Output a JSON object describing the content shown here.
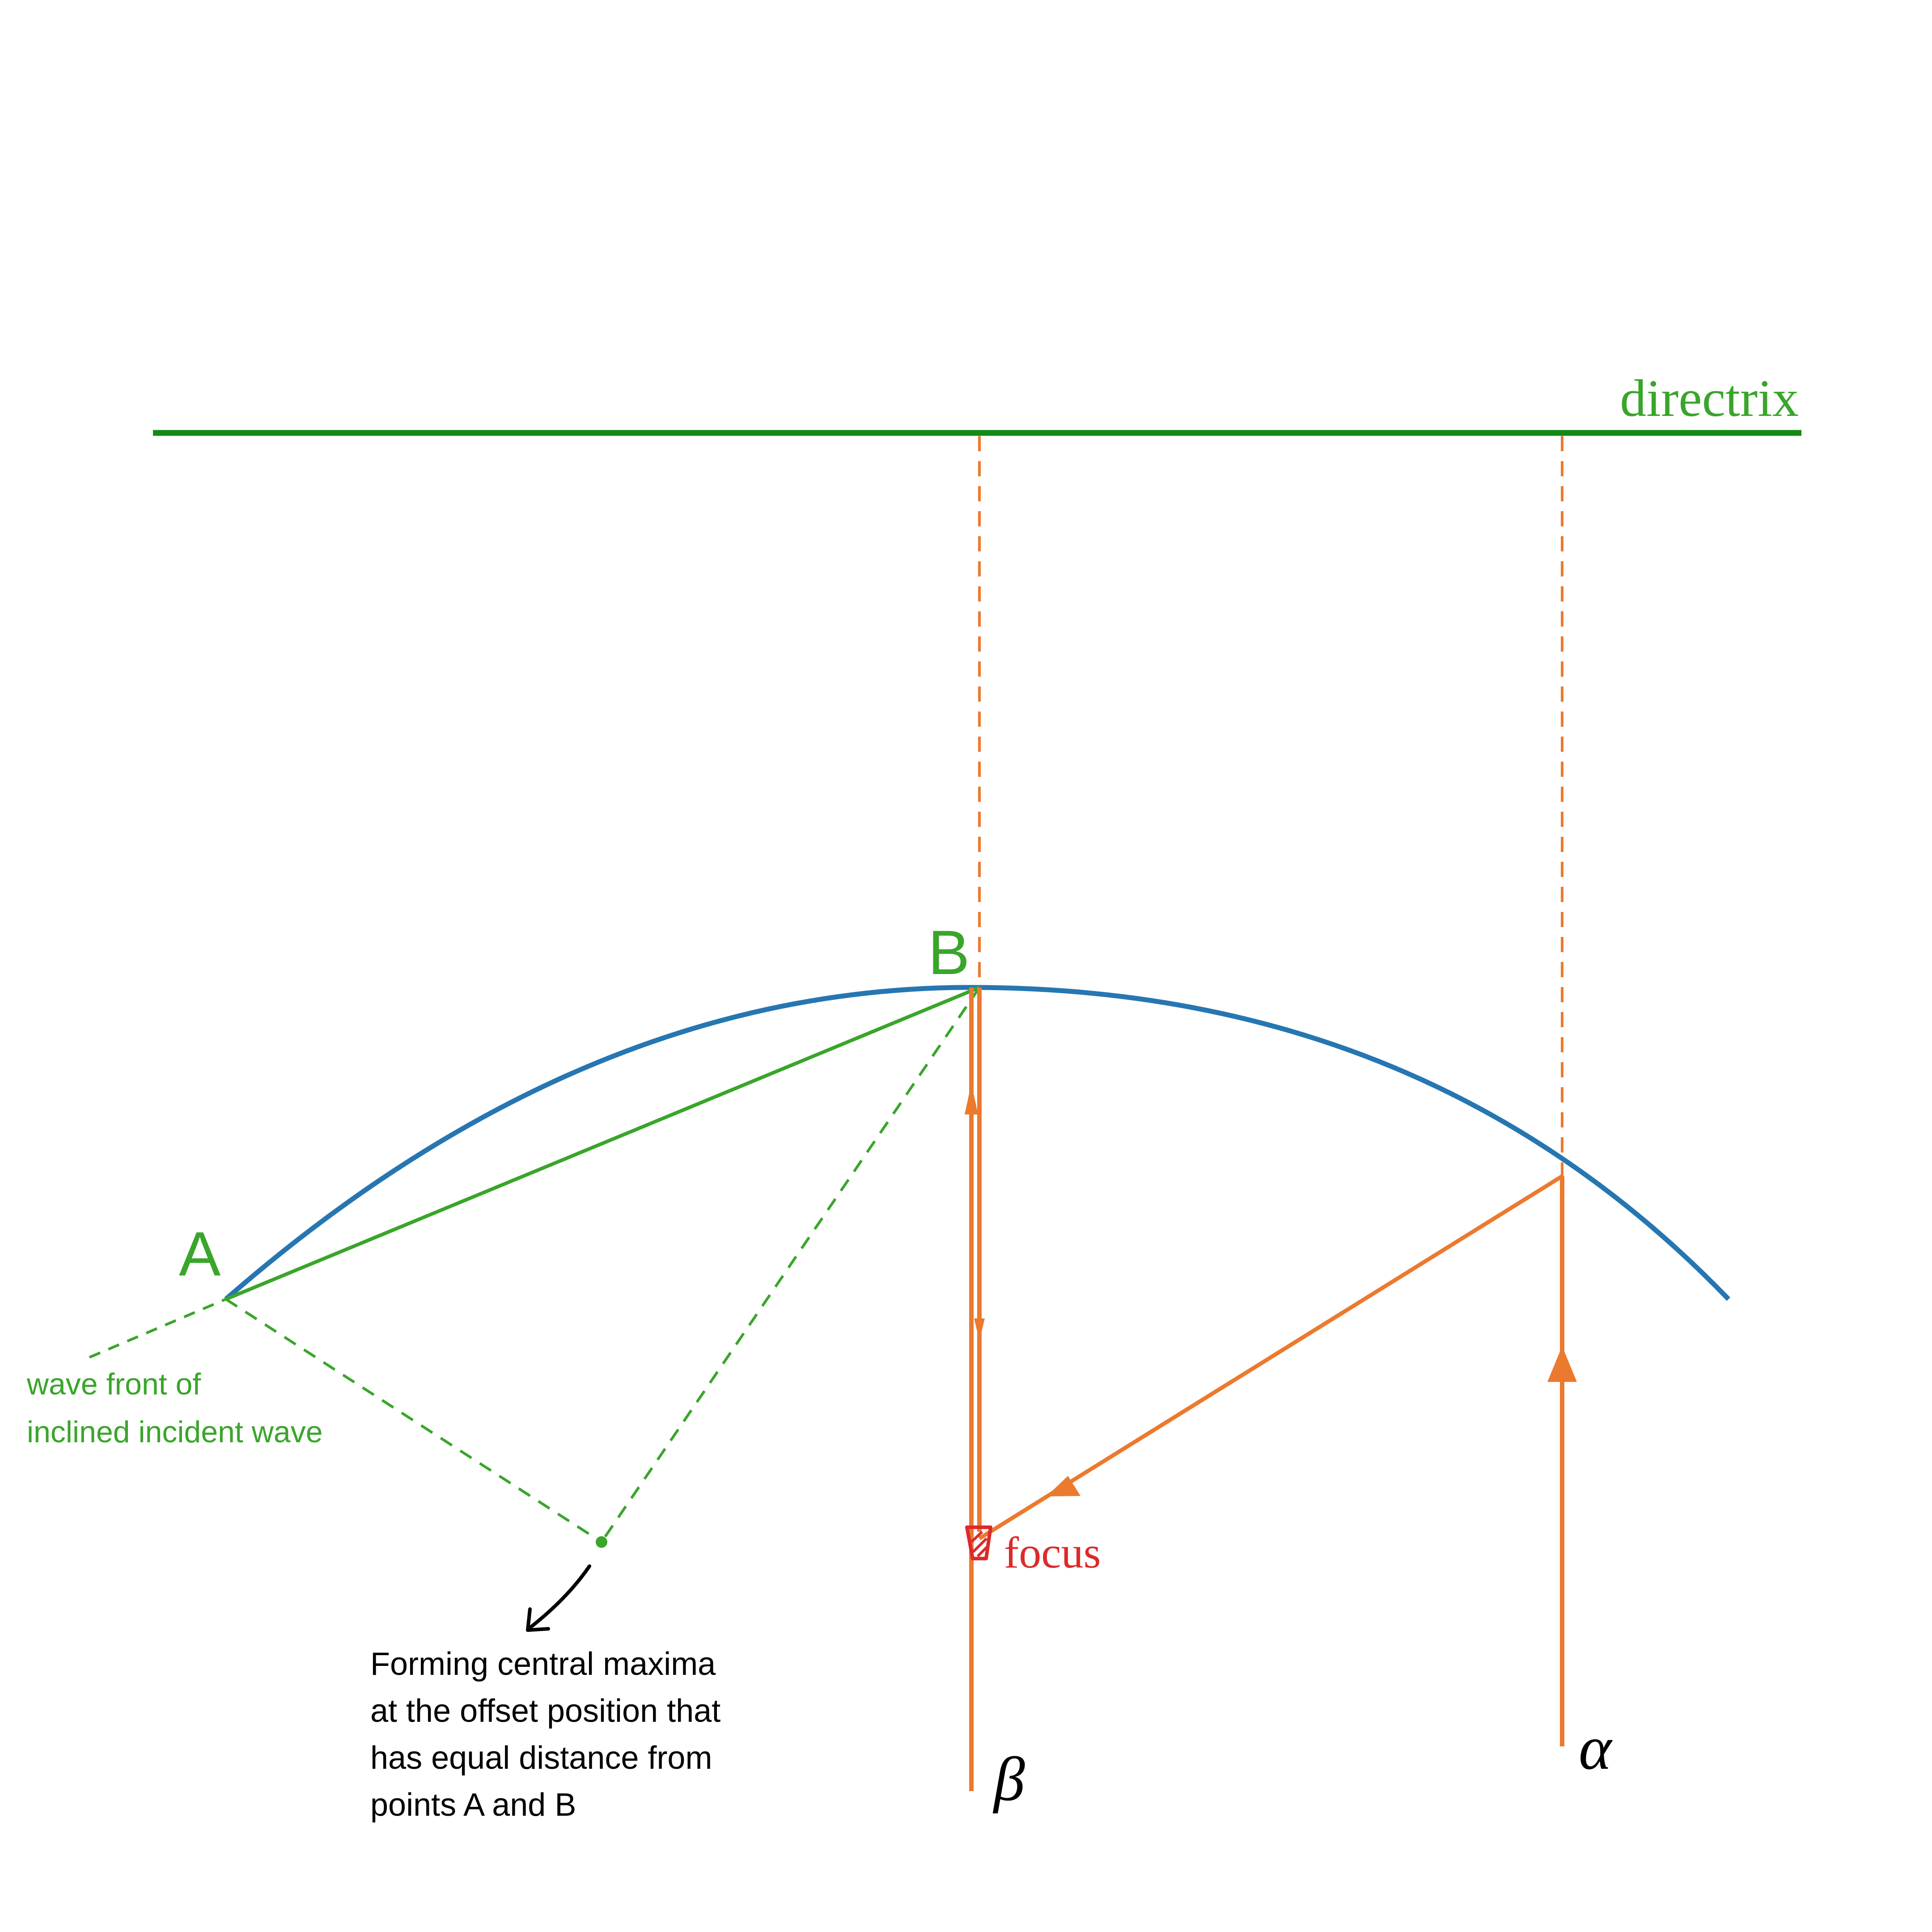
{
  "labels": {
    "directrix": "directrix",
    "point_a": "A",
    "point_b": "B",
    "focus": "focus",
    "wavefront_line1": "wave front of",
    "wavefront_line2": "inclined incident wave",
    "annotation_line1": "Forming central maxima",
    "annotation_line2": "at the offset position that",
    "annotation_line3": "has equal distance from",
    "annotation_line4": "points A and B",
    "ray_beta": "β",
    "ray_alpha": "α"
  },
  "colors": {
    "parabola": "#2676b2",
    "directrix": "#138a13",
    "green": "#3aa52b",
    "ray": "#eb7a2e",
    "focus": "#dd2a2a",
    "annotation": "#000000"
  }
}
